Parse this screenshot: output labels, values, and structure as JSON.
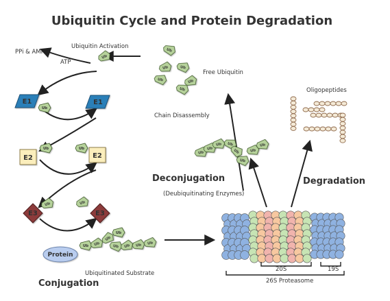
{
  "title": "Ubiquitin Cycle and Protein Degradation",
  "labels": {
    "ppi_amp": "PPi & AMP",
    "atp": "ATP",
    "ubiquitin_activation": "Ubiquitin Activation",
    "free_ubiquitin": "Free Ubiquitin",
    "chain_disassembly": "Chain Disassembly",
    "oligopeptides": "Oligopeptides",
    "deconjugation": "Deconjugation",
    "deubiquitinating_enzymes": "(Deubiquitinating Enzymes)",
    "degradation": "Degradation",
    "ubiquitinated_substrate": "Ubiquitinated Substrate",
    "conjugation": "Conjugation",
    "proteasome_20s": "20S",
    "proteasome_19s": "19S",
    "proteasome_26s": "26S Proteasome",
    "protein": "Protein",
    "ub": "Ub"
  },
  "enzymes": {
    "e1": "E1",
    "e2": "E2",
    "e3": "E3"
  },
  "colors": {
    "e1_fill": "#2c7fb8",
    "e2_fill": "#fbeebc",
    "e3_fill": "#8c3a3a",
    "ub_fill": "#b6d29b",
    "ub_stroke": "#3f5a2c",
    "protein_fill": "#b9cdef",
    "proteasome_blue": "#8fb2e1",
    "proteasome_green": "#c7e4b4",
    "proteasome_pink": "#f1b4ad",
    "proteasome_peach": "#f7c8a0",
    "oligopeptide_fill": "#f4ead7",
    "oligopeptide_stroke": "#8f6a4b",
    "arrow": "#222222"
  }
}
